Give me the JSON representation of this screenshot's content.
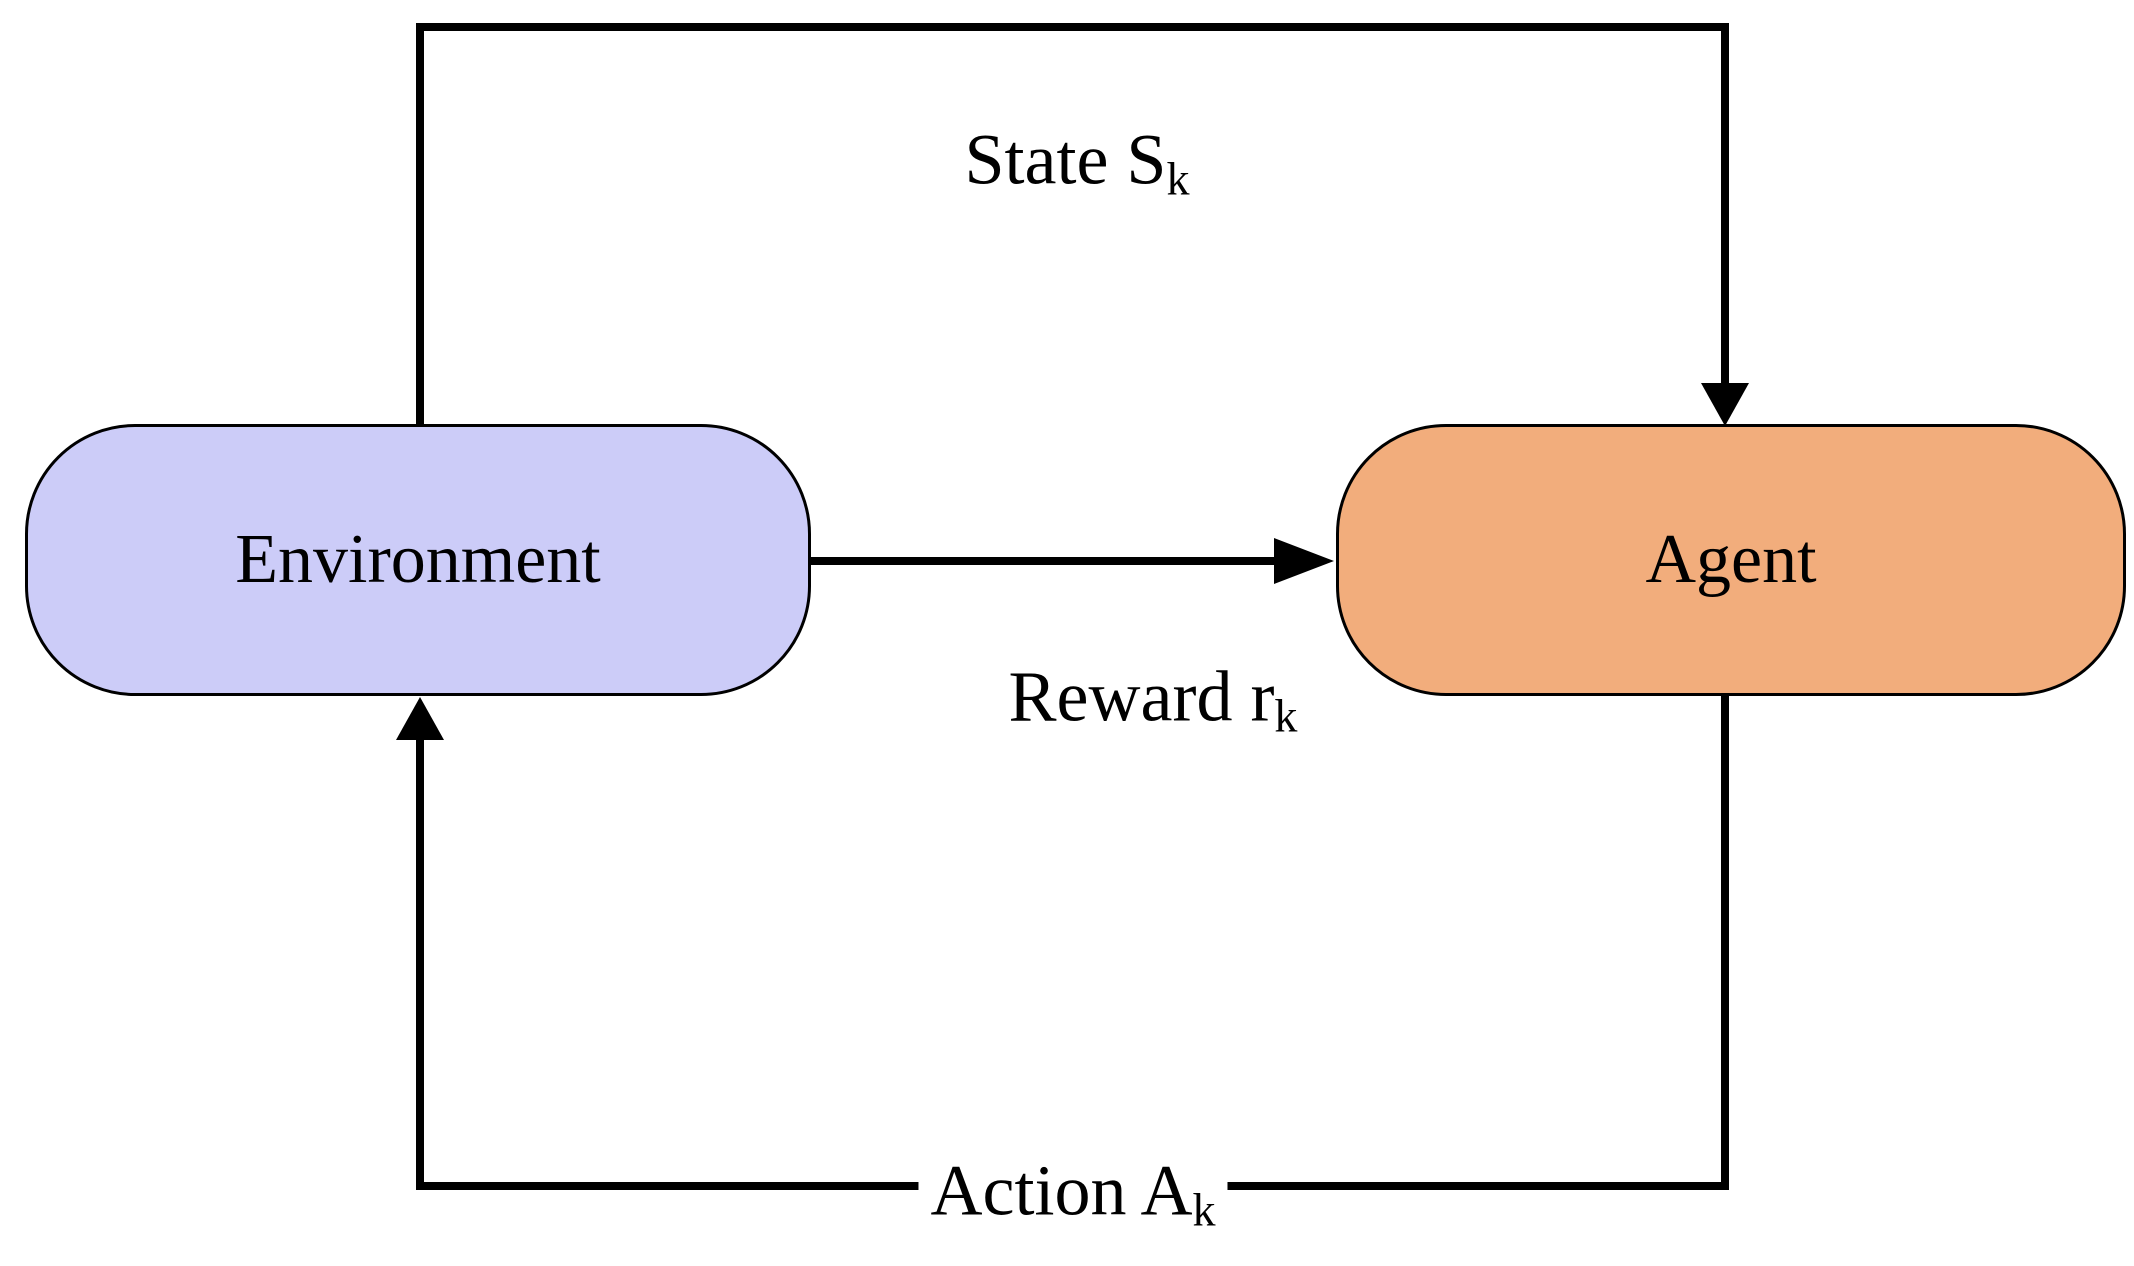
{
  "diagram": {
    "background": "#ffffff",
    "line_color": "#000000",
    "nodes": {
      "environment": {
        "label": "Environment",
        "fill": "#ccccf8",
        "border_color": "#000000"
      },
      "agent": {
        "label": "Agent",
        "fill": "#f2ad7c",
        "border_color": "#000000"
      }
    },
    "edges": {
      "state": {
        "label_main": "State S",
        "label_sub": "k",
        "from": "environment",
        "to": "agent"
      },
      "reward": {
        "label_main": "Reward r",
        "label_sub": "k",
        "from": "environment",
        "to": "agent"
      },
      "action": {
        "label_main": "Action A",
        "label_sub": "k",
        "from": "agent",
        "to": "environment"
      }
    }
  }
}
